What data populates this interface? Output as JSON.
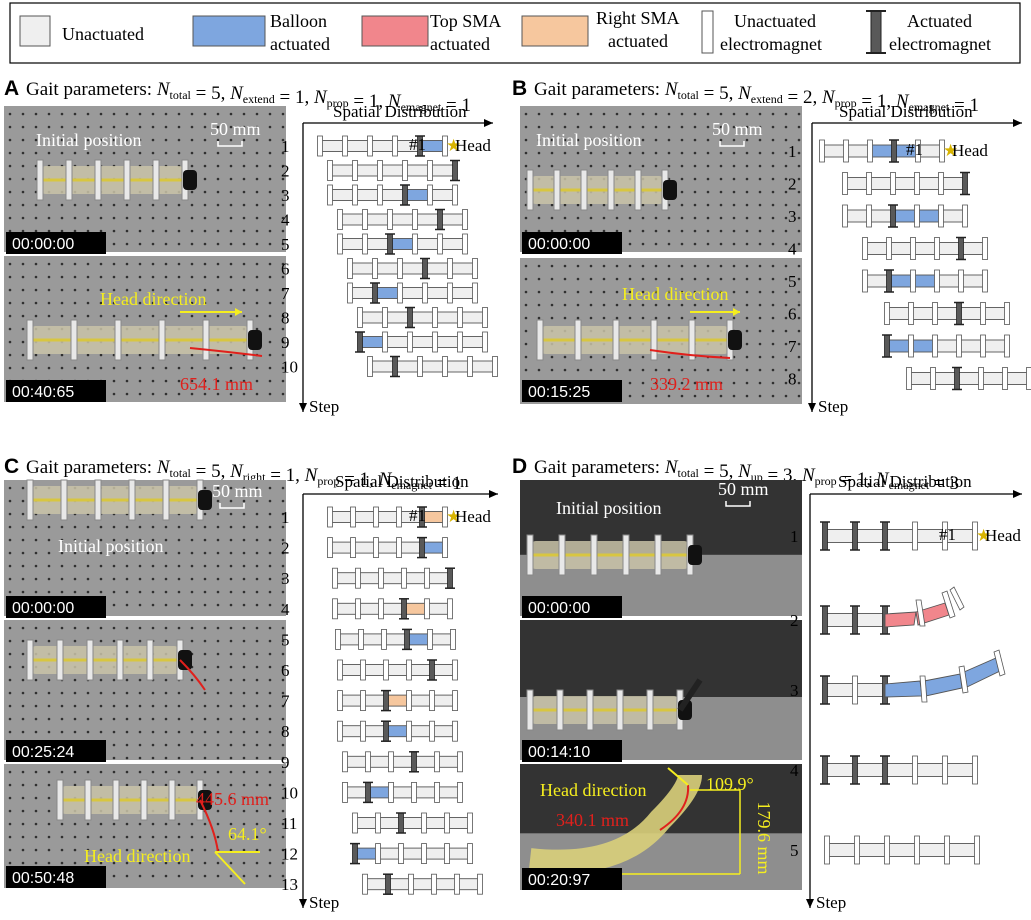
{
  "legend": {
    "items": [
      {
        "label1": "",
        "label2": "Unactuated"
      },
      {
        "label1": "Balloon",
        "label2": "actuated"
      },
      {
        "label1": "Top SMA",
        "label2": "actuated"
      },
      {
        "label1": "Right SMA",
        "label2": "actuated"
      },
      {
        "label1": "Unactuated",
        "label2": "electromagnet"
      },
      {
        "label1": "Actuated",
        "label2": "electromagnet"
      }
    ]
  },
  "colors": {
    "segment_fill": "#efefef",
    "balloon": "#7ea6df",
    "top_sma": "#f1868c",
    "right_sma": "#f6c79e",
    "electromagnet_actuated": "#595959",
    "photo_dark": "#3f3f3f",
    "measure_red": "#e0201c",
    "measure_yellow": "#f5ee1f"
  },
  "panels": {
    "A": {
      "letter": "A",
      "gait": "Gait parameters: N_total = 5, N_extend = 1, N_prop = 1, N_emagnet = 1",
      "gait_parts": [
        "N",
        "total",
        "N",
        "extend",
        "N",
        "prop",
        "N",
        "emagnet"
      ],
      "gait_vals": [
        "5",
        "1",
        "1",
        "1"
      ],
      "spatial_title": "Spatial Distribution",
      "step_axis": "Step",
      "steps": [
        "1",
        "2",
        "3",
        "4",
        "5",
        "6",
        "7",
        "8",
        "9",
        "10"
      ],
      "photo_labels": [
        "Initial position",
        "50 mm",
        "Head direction",
        "654.1 mm"
      ],
      "timestamps": [
        "00:00:00",
        "00:40:65"
      ]
    },
    "B": {
      "letter": "B",
      "gait_parts": [
        "N",
        "total",
        "N",
        "extend",
        "N",
        "prop",
        "N",
        "emagnet"
      ],
      "gait_vals": [
        "5",
        "2",
        "1",
        "1"
      ],
      "spatial_title": "Spatial Distribution",
      "step_axis": "Step",
      "steps": [
        "1",
        "2",
        "3",
        "4",
        "5",
        "6",
        "7",
        "8"
      ],
      "photo_labels": [
        "Initial position",
        "50 mm",
        "Head direction",
        "339.2 mm"
      ],
      "timestamps": [
        "00:00:00",
        "00:15:25"
      ]
    },
    "C": {
      "letter": "C",
      "gait_parts": [
        "N",
        "total",
        "N",
        "right",
        "N",
        "prop",
        "N",
        "emagnet"
      ],
      "gait_vals": [
        "5",
        "1",
        "1",
        "1"
      ],
      "spatial_title": "Spatial Distribution",
      "step_axis": "Step",
      "steps": [
        "1",
        "2",
        "3",
        "4",
        "5",
        "6",
        "7",
        "8",
        "9",
        "10",
        "11",
        "12",
        "13"
      ],
      "photo_labels": [
        "Initial position",
        "50 mm",
        "445.6 mm",
        "64.1°",
        "Head direction"
      ],
      "timestamps": [
        "00:00:00",
        "00:25:24",
        "00:50:48"
      ]
    },
    "D": {
      "letter": "D",
      "gait_parts": [
        "N",
        "total",
        "N",
        "up",
        "N",
        "prop",
        "N",
        "emagnet"
      ],
      "gait_vals": [
        "5",
        "3",
        "1",
        "3"
      ],
      "spatial_title": "Spatial Distribution",
      "step_axis": "Step",
      "steps": [
        "1",
        "2",
        "3",
        "4",
        "5"
      ],
      "photo_labels": [
        "Initial position",
        "50 mm",
        "Head direction",
        "109.9°",
        "340.1 mm",
        "179.6 mm"
      ],
      "timestamps": [
        "00:00:00",
        "00:14:10",
        "00:20:97"
      ]
    }
  },
  "markers": {
    "segment_id": "#1",
    "head": "Head",
    "star": "★"
  },
  "gait_prefix": "Gait parameters: ",
  "eq": " = "
}
